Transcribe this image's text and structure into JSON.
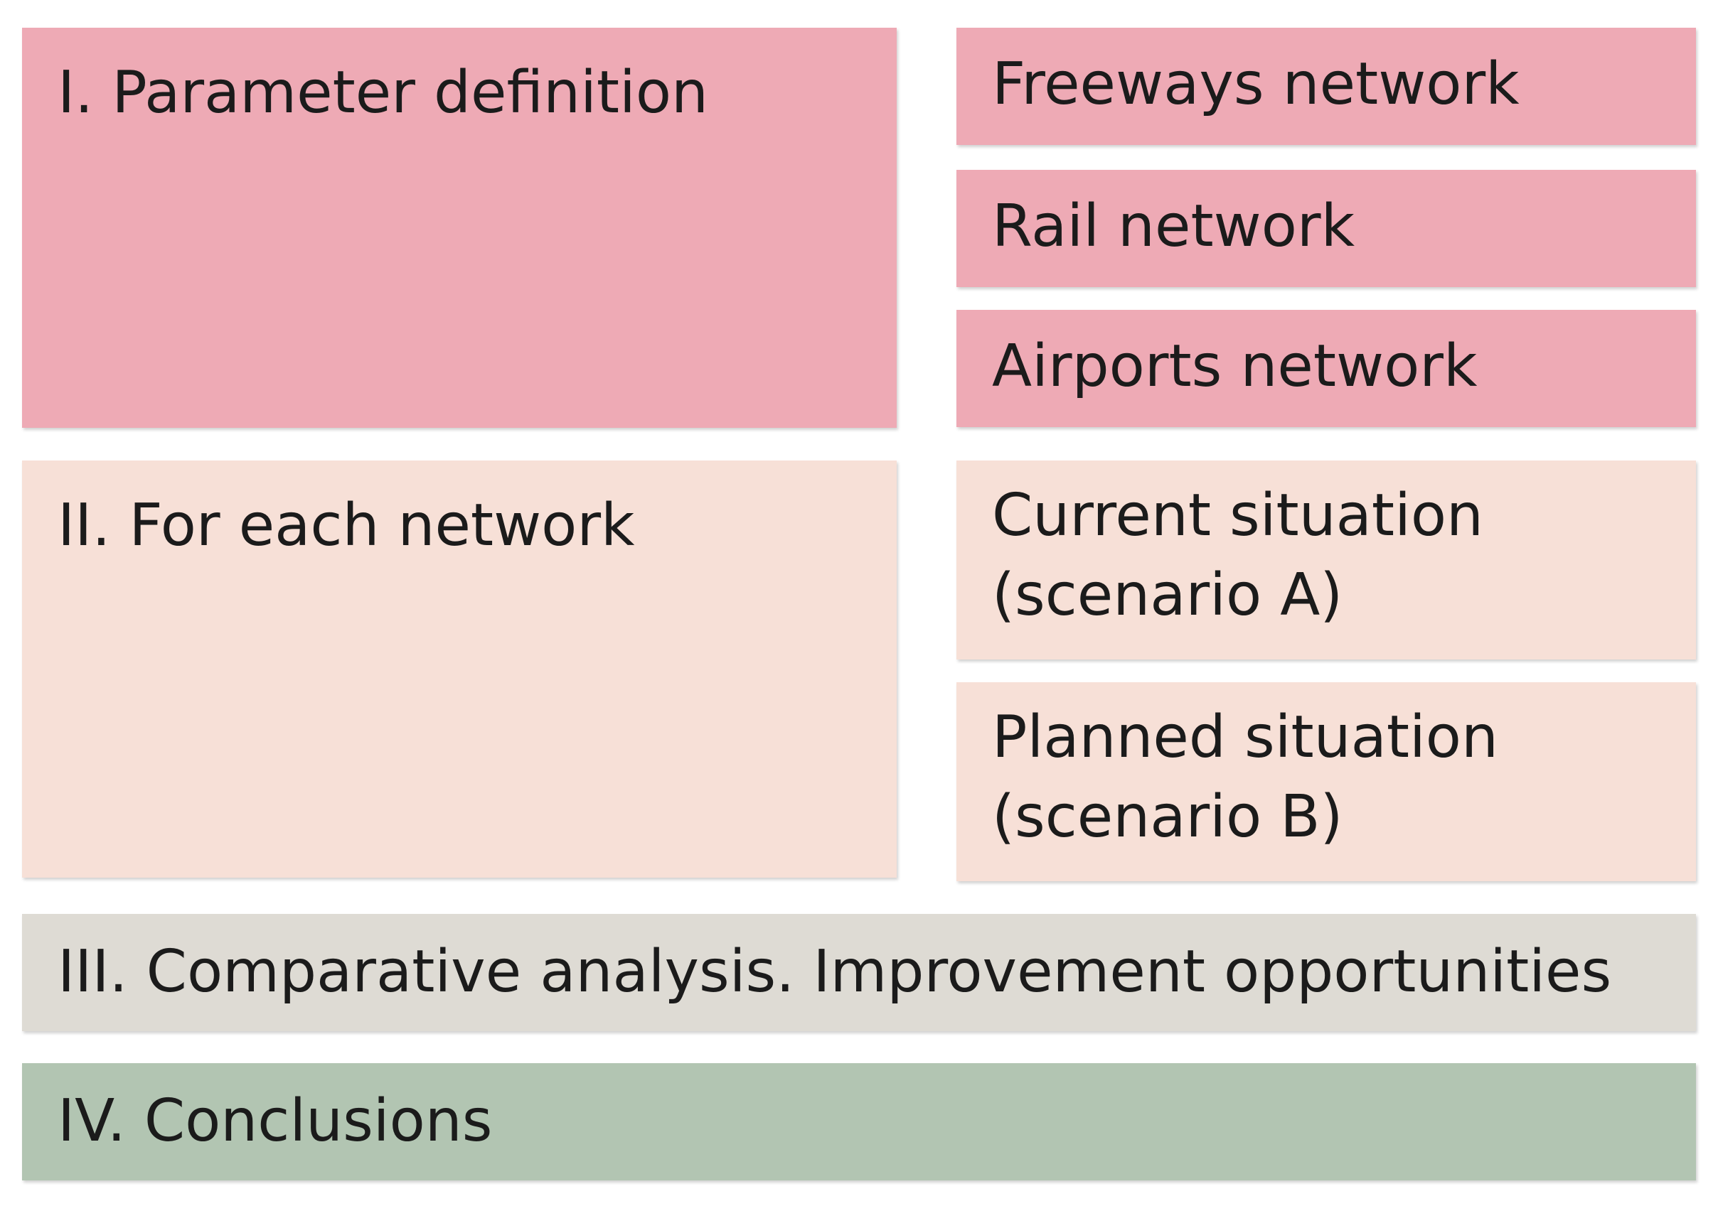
{
  "diagram": {
    "steps": [
      {
        "id": "param",
        "label": "I. Parameter definition",
        "color": "#eeaab5"
      },
      {
        "id": "each",
        "label": "II. For each network",
        "color": "#f7e0d7"
      },
      {
        "id": "compare",
        "label": "III. Comparative analysis. Improvement opportunities",
        "color": "#dedbd4"
      },
      {
        "id": "concl",
        "label": "IV. Conclusions",
        "color": "#b2c5b2"
      }
    ],
    "networks": [
      {
        "label": "Freeways network"
      },
      {
        "label": "Rail network"
      },
      {
        "label": "Airports network"
      }
    ],
    "scenarios": [
      {
        "label": "Current situation\n(scenario A)"
      },
      {
        "label": "Planned situation\n(scenario B)"
      }
    ]
  }
}
